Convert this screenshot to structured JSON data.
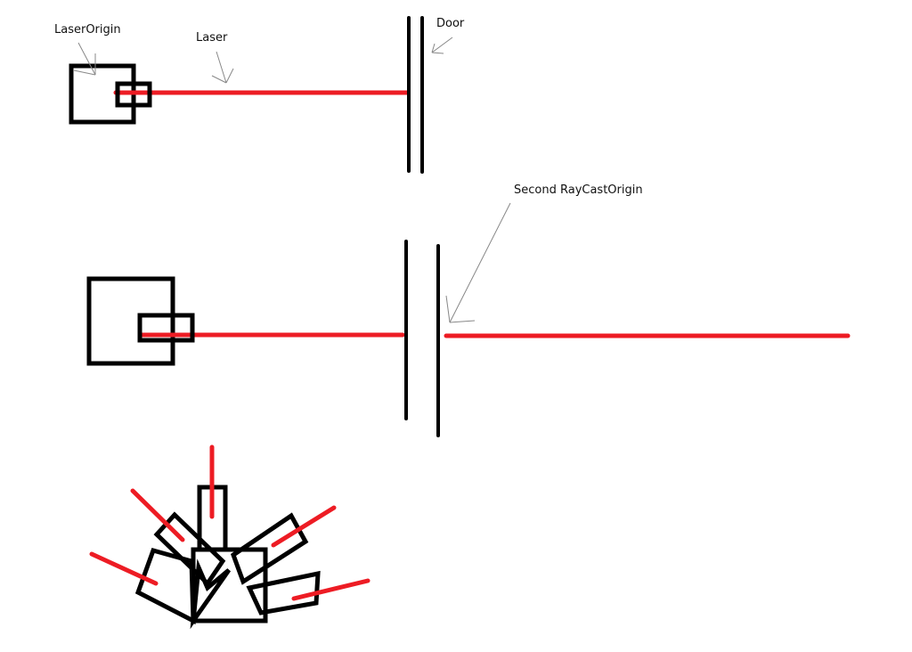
{
  "labels": {
    "laser_origin": "LaserOrigin",
    "laser": "Laser",
    "door": "Door",
    "second_origin": "Second RayCastOrigin"
  },
  "colors": {
    "laser": "#ed1c24",
    "outline": "#000000",
    "annotation": "#888888"
  }
}
